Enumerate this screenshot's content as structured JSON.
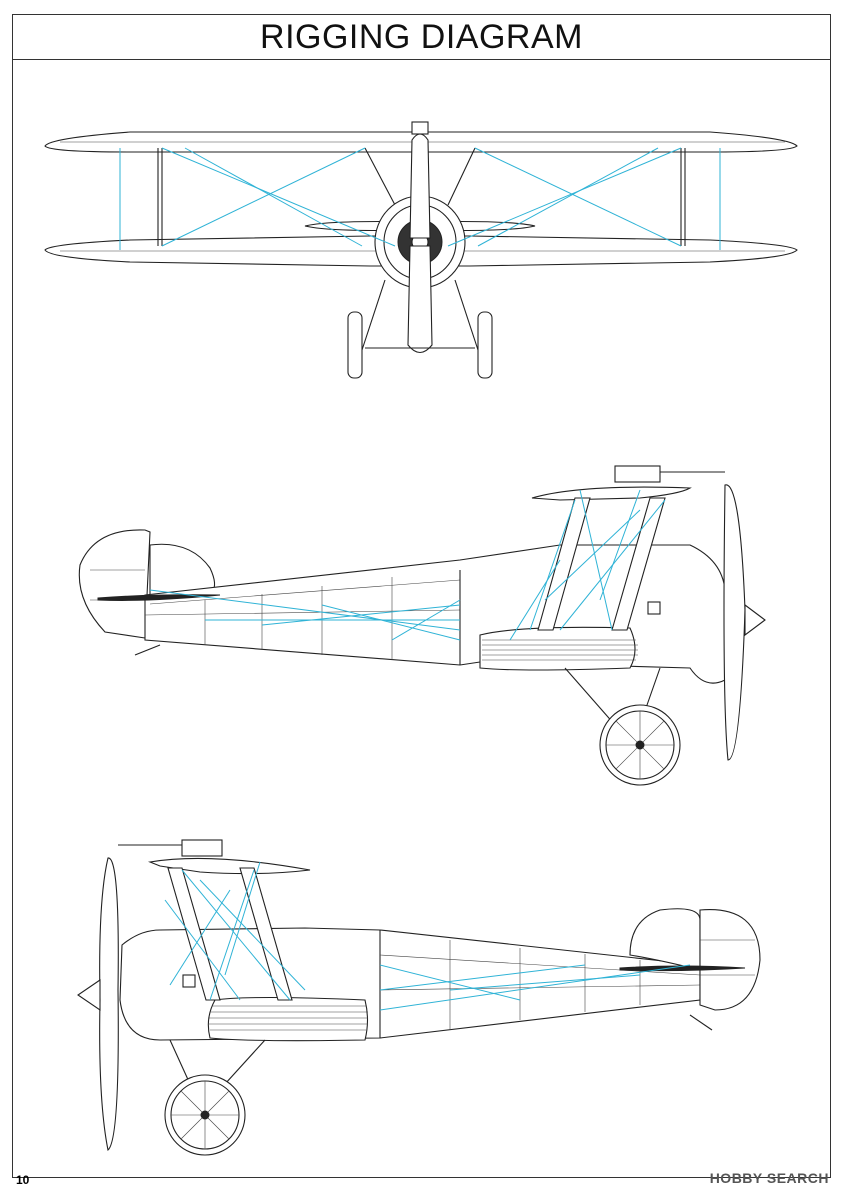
{
  "title": "RIGGING DIAGRAM",
  "page_number": "10",
  "watermark": "HOBBY SEARCH",
  "colors": {
    "rigging": "#2fb3d6",
    "outline": "#222222"
  },
  "views": [
    "front-view",
    "right-side-view",
    "left-side-view"
  ]
}
